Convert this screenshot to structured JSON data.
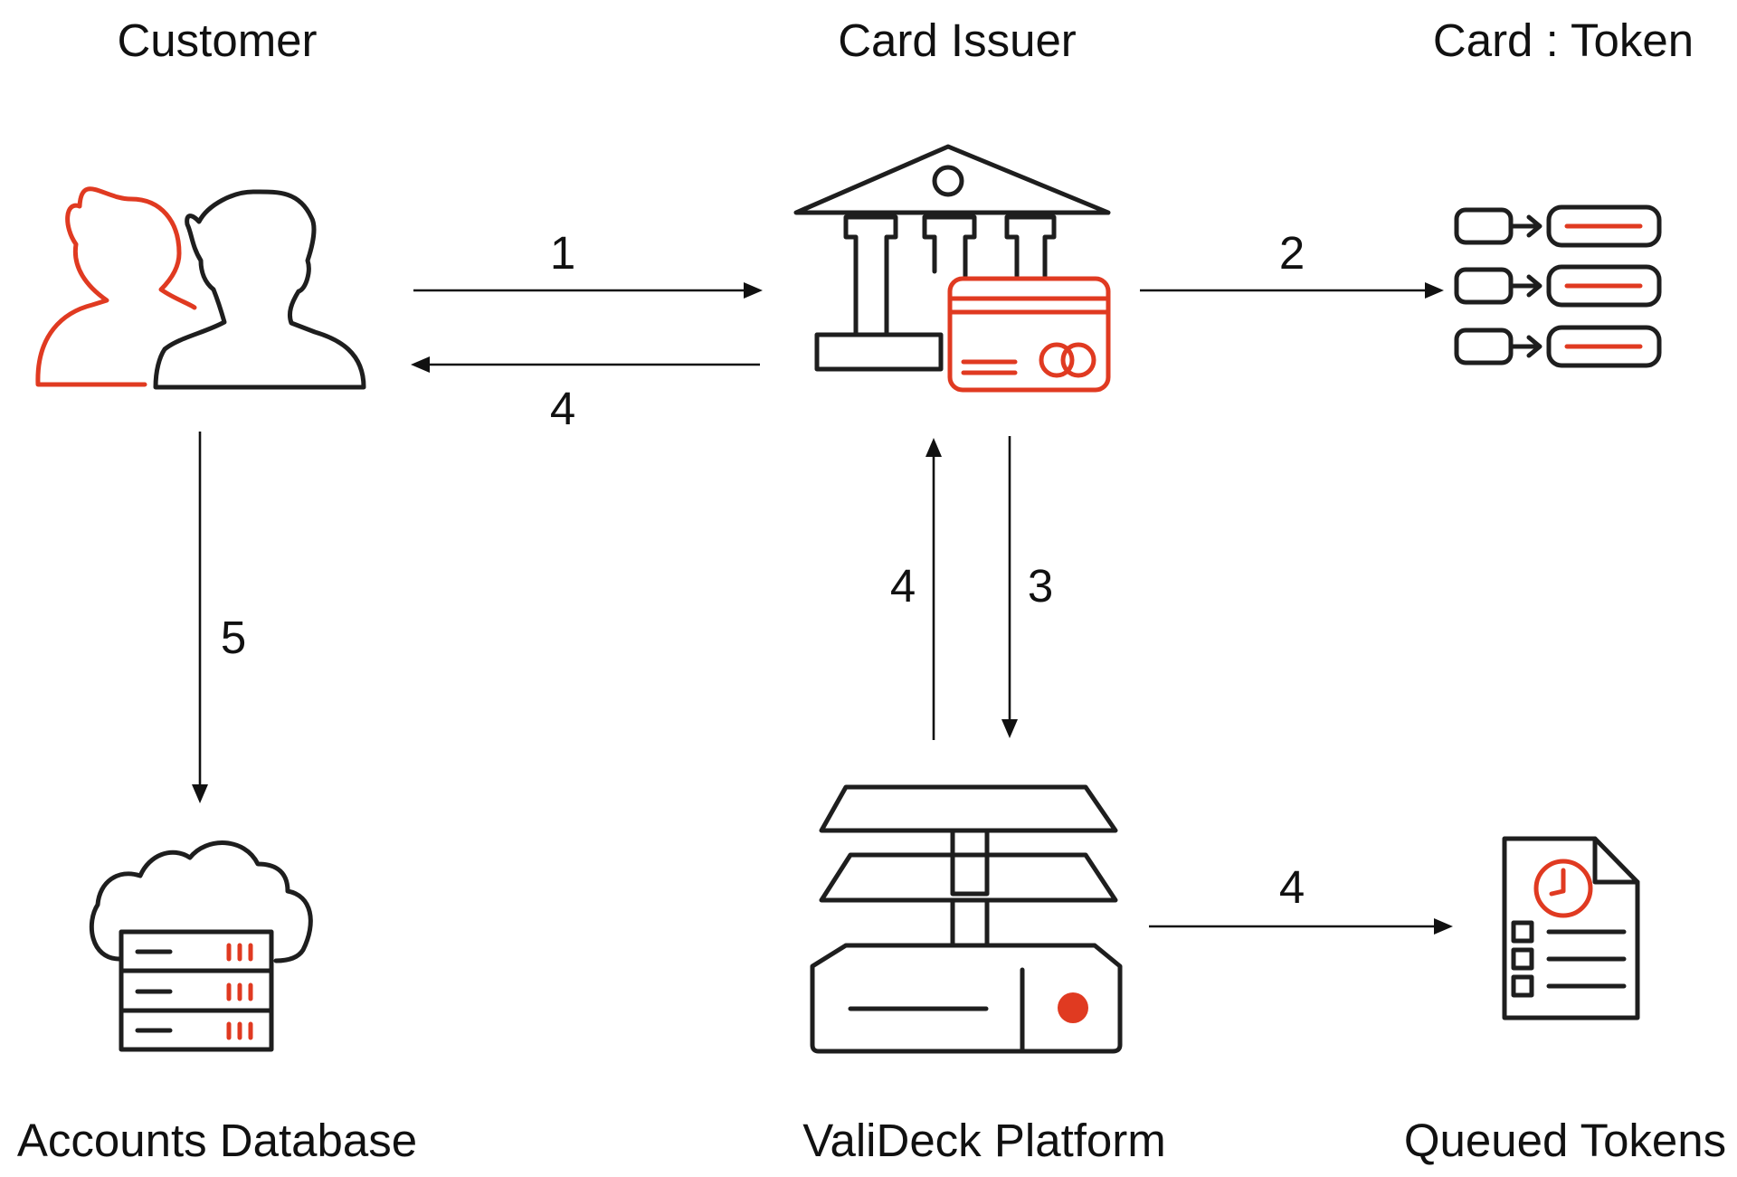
{
  "nodes": {
    "customer": "Customer",
    "card_issuer": "Card Issuer",
    "card_token": "Card : Token",
    "accounts_database": "Accounts Database",
    "validect_platform": "ValiDeck Platform",
    "queued_tokens": "Queued Tokens"
  },
  "steps": {
    "customer_to_issuer": "1",
    "issuer_to_customer": "4",
    "issuer_to_tokens": "2",
    "issuer_to_platform": "3",
    "platform_to_issuer": "4",
    "customer_to_database": "5",
    "platform_to_queue": "4"
  },
  "icons": {
    "customer": "customers-icon",
    "card_issuer": "bank-card-icon",
    "card_token": "token-mapping-icon",
    "accounts_database": "cloud-database-icon",
    "validect_platform": "server-platform-icon",
    "queued_tokens": "queued-document-icon"
  },
  "colors": {
    "accent": "#e03a21",
    "line": "#1e1e1e"
  }
}
